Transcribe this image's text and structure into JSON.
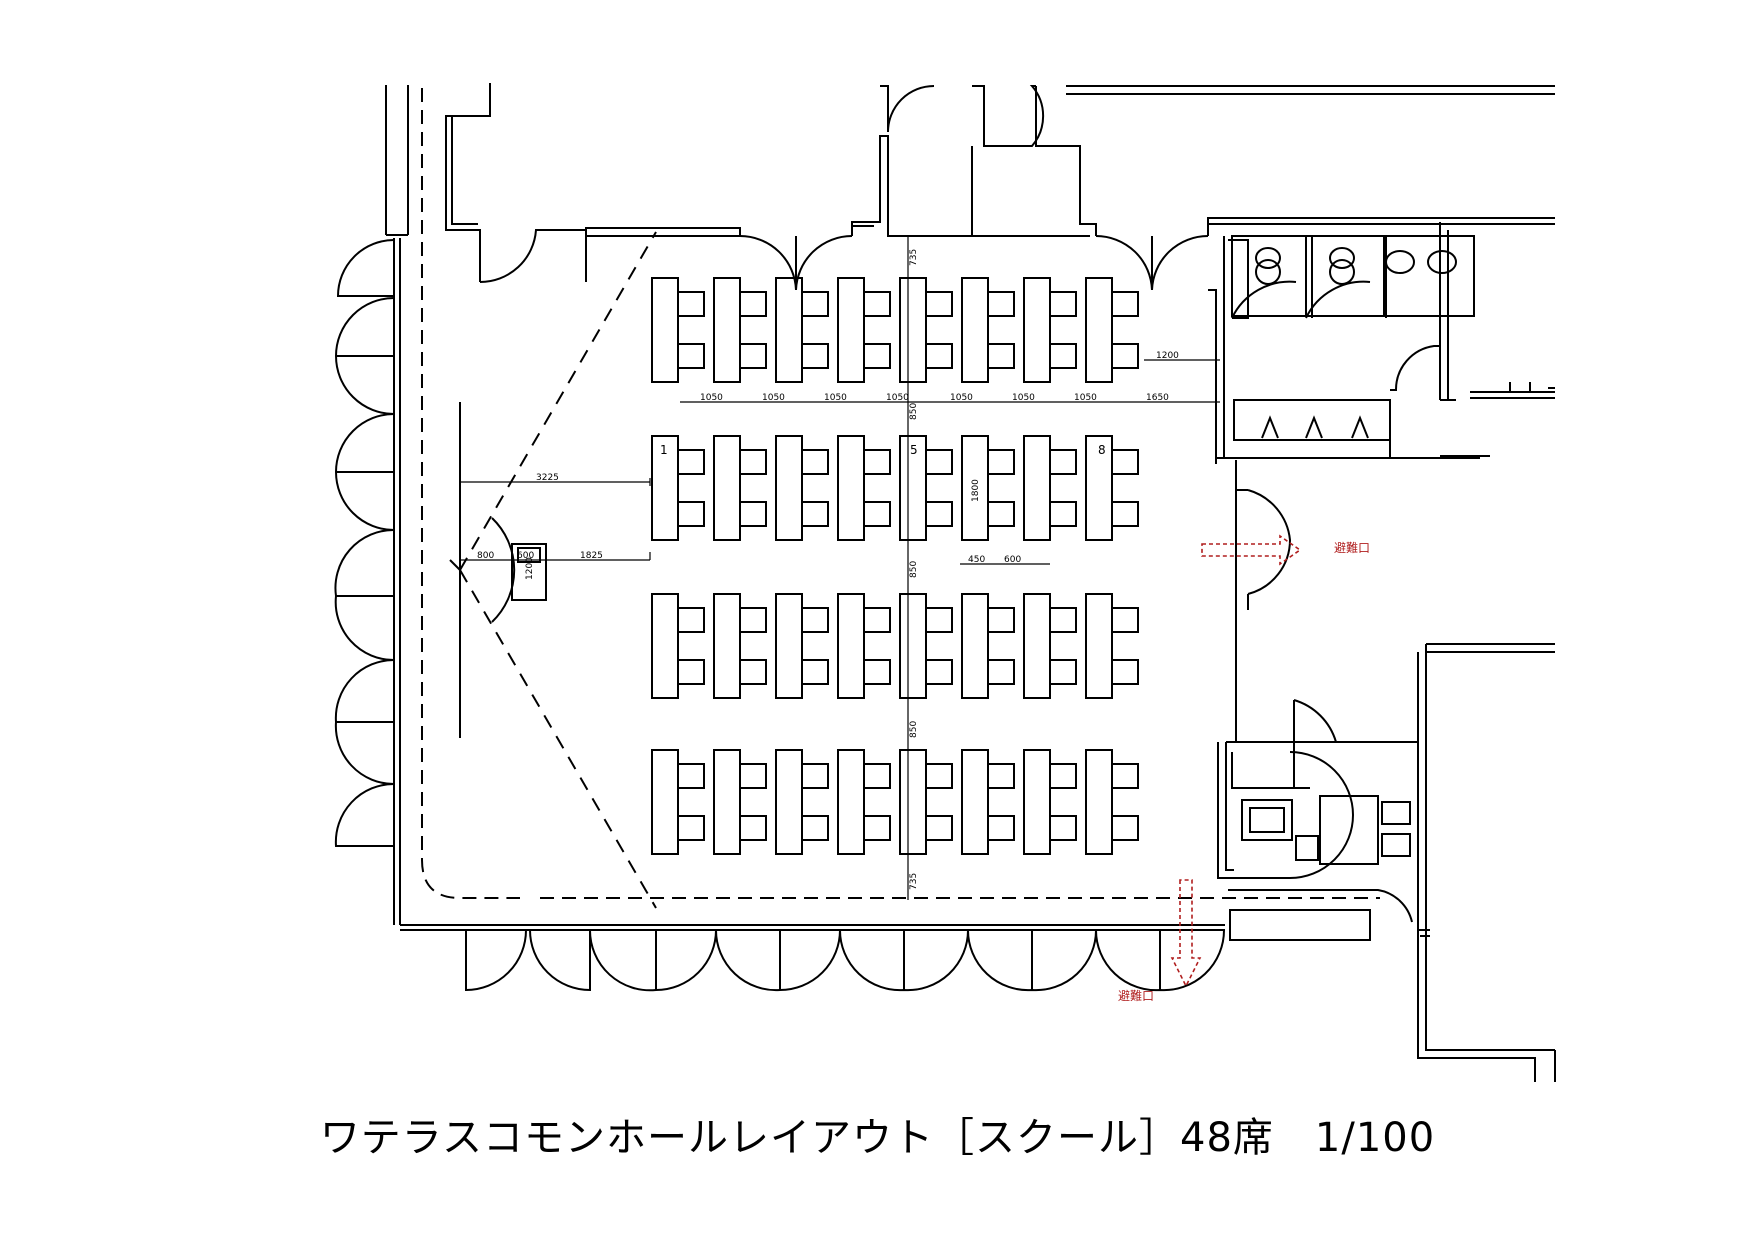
{
  "caption": "ワテラスコモンホールレイアウト［スクール］48席　1/100",
  "desk_numbers": [
    "1",
    "5",
    "8"
  ],
  "dimensions": {
    "row_gap_top": "735",
    "col_1": "1050",
    "col_2": "1050",
    "col_3": "1050",
    "col_4": "1050",
    "col_5": "1050",
    "col_6": "1050",
    "col_7": "1050",
    "end_gap": "1650",
    "right_gap": "1200",
    "row_gap_1": "850",
    "row_gap_2": "850",
    "row_gap_3": "850",
    "row_gap_bottom": "735",
    "desk_length": "1800",
    "chair_depth": "450",
    "desk_depth": "600",
    "screen_distance": "3225",
    "podium_offset": "800",
    "podium_width": "600",
    "podium_depth": "1200",
    "podium_distance": "1825"
  },
  "exit_labels": {
    "east": "避難口",
    "south": "避難口"
  },
  "colors": {
    "line": "#000000",
    "exit": "#b01e1e"
  }
}
